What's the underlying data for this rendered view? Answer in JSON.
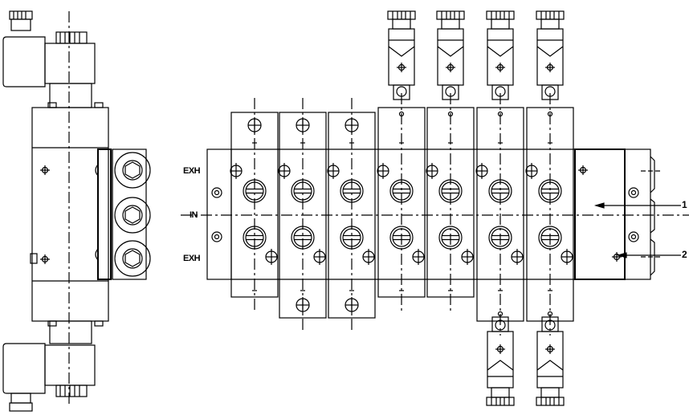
{
  "port_labels": {
    "exhaust_top": "EXH",
    "inlet": "IN",
    "exhaust_bottom": "EXH"
  },
  "callouts": {
    "one": "1",
    "two": "2"
  },
  "colors": {
    "line": "#000000",
    "background": "#ffffff"
  },
  "valve_stations": [
    {
      "type": "blank-plate-top"
    },
    {
      "type": "blank-plate-both"
    },
    {
      "type": "blank-plate-both"
    },
    {
      "type": "single-solenoid"
    },
    {
      "type": "single-solenoid"
    },
    {
      "type": "double-solenoid"
    },
    {
      "type": "double-solenoid"
    }
  ]
}
